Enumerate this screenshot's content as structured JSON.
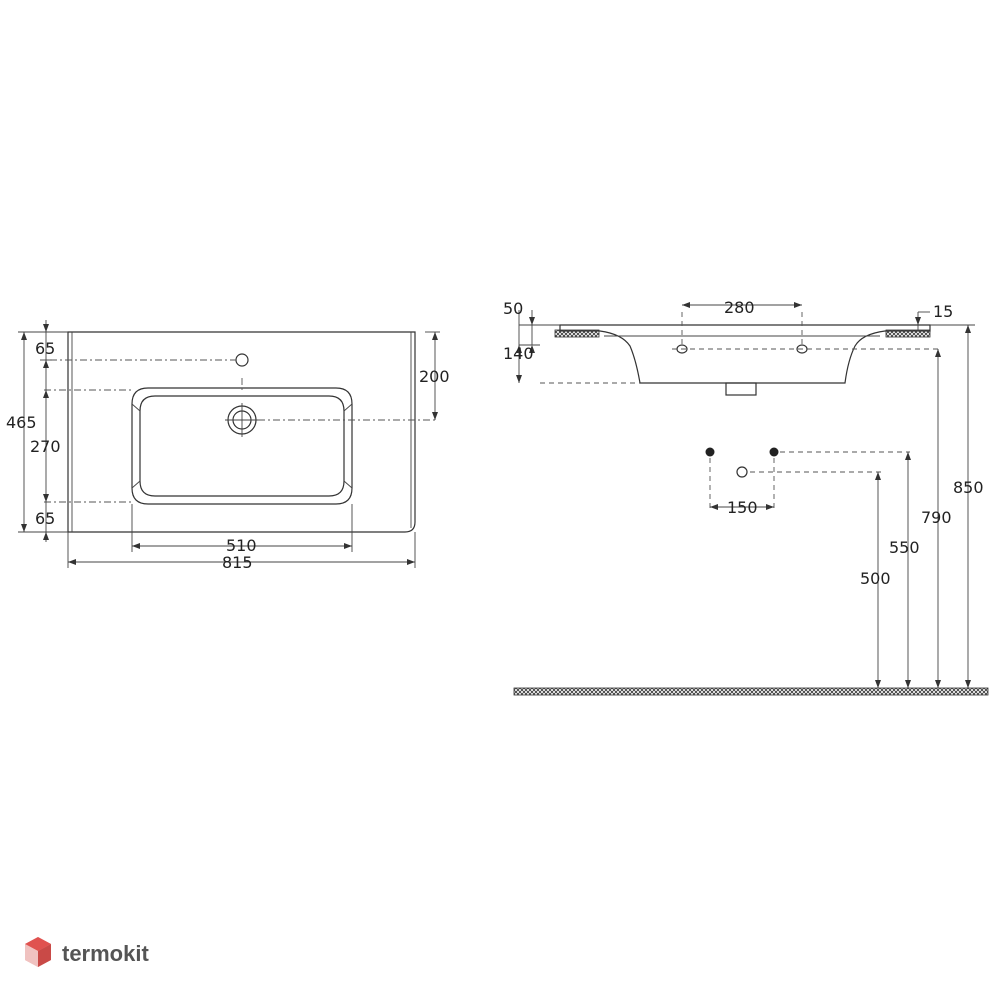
{
  "plan_view": {
    "dim_tap_offset": "65",
    "dim_tap_to_drain": "200",
    "dim_total_depth": "465",
    "dim_bowl_depth": "270",
    "dim_front_offset": "65",
    "dim_bowl_width": "510",
    "dim_total_width": "815"
  },
  "side_view": {
    "dim_rim_thickness": "50",
    "dim_basin_height": "140",
    "dim_hole_spacing": "280",
    "dim_edge_thickness": "15",
    "dim_supply_spacing": "150",
    "dim_drain_height": "500",
    "dim_supply_height": "550",
    "dim_fixing_height": "790",
    "dim_top_height": "850"
  },
  "brand": {
    "logo_text": "termokit",
    "logo_color": "#e0524f",
    "text_color": "#555555"
  }
}
